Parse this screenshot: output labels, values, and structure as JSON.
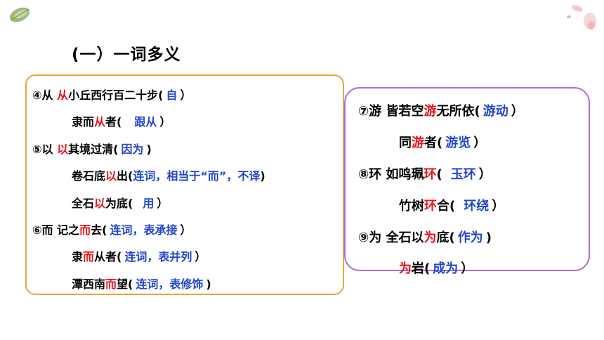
{
  "title": "(一）一词多义",
  "left": [
    {
      "lead": "④从 ",
      "pre": "",
      "hl": "从",
      "post": "小丘西行百二十步(",
      "ans": "自",
      "close": "）"
    },
    {
      "lead": "",
      "pre": "隶而",
      "hl": "从",
      "post": "者(",
      "ans": "跟从",
      "close": "）"
    },
    {
      "lead": "⑤以 ",
      "pre": "",
      "hl": "以",
      "post": "其境过清(",
      "ans": "因为",
      "close": ")"
    },
    {
      "lead": "",
      "pre": "卷石底",
      "hl": "以",
      "post": "出(",
      "ans": "连词，相当于“而”，不译",
      "close": ")"
    },
    {
      "lead": "",
      "pre": "全石",
      "hl": "以",
      "post": "为底(",
      "ans": "用",
      "close": "）"
    },
    {
      "lead": "⑥而 ",
      "pre": "记之",
      "hl": "而",
      "post": "去(",
      "ans": "连词，表承接",
      "close": "）"
    },
    {
      "lead": "",
      "pre": "隶",
      "hl": "而",
      "post": "从者(",
      "ans": "连词，表并列",
      "close": "）"
    },
    {
      "lead": "",
      "pre": "潭西南",
      "hl": "而",
      "post": "望(",
      "ans": "连词，表修饰",
      "close": ")"
    }
  ],
  "right": [
    {
      "lead": "⑦游 ",
      "pre": "皆若空",
      "hl": "游",
      "post": "无所依(",
      "ans": "游动",
      "close": "）"
    },
    {
      "lead": "",
      "pre": "同",
      "hl": "游",
      "post": "者(",
      "ans": "游览",
      "close": "）"
    },
    {
      "lead": "⑧环 ",
      "pre": "如鸣珮",
      "hl": "环",
      "post": "(",
      "ans": "玉环",
      "close": "）"
    },
    {
      "lead": "",
      "pre": "竹树",
      "hl": "环",
      "post": "合(",
      "ans": "环绕",
      "close": "）"
    },
    {
      "lead": "⑨为 ",
      "pre": "全石以",
      "hl": "为",
      "post": "底(",
      "ans": "作为",
      "close": ")"
    },
    {
      "lead": "",
      "pre": "",
      "hl": "为",
      "post": "岩(",
      "ans": "成为",
      "close": "）"
    }
  ]
}
